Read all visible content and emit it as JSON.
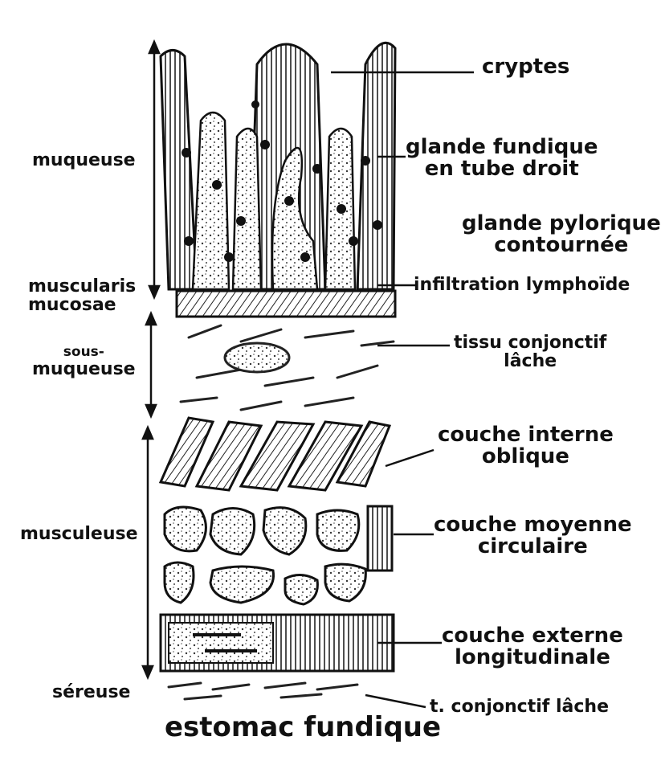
{
  "title": "estomac fundique",
  "layers_left": {
    "muqueuse": "muqueuse",
    "muscularis_line1": "muscularis",
    "muscularis_line2": "mucosae",
    "sous_muqueuse_line1": "sous-",
    "sous_muqueuse_line2": "muqueuse",
    "musculeuse": "musculeuse",
    "sereuse": "séreuse"
  },
  "labels_right": {
    "cryptes": "cryptes",
    "glande_fundique_line1": "glande fundique",
    "glande_fundique_line2": "en tube droit",
    "glande_pylorique_line1": "glande pylorique",
    "glande_pylorique_line2": "contournée",
    "infiltration": "infiltration lymphoïde",
    "tissu_conjonctif_line1": "tissu conjonctif",
    "tissu_conjonctif_line2": "lâche",
    "couche_interne_line1": "couche interne",
    "couche_interne_line2": "oblique",
    "couche_moyenne_line1": "couche moyenne",
    "couche_moyenne_line2": "circulaire",
    "couche_externe_line1": "couche externe",
    "couche_externe_line2": "longitudinale",
    "t_conjonctif": "t. conjonctif lâche"
  },
  "colors": {
    "ink": "#111111",
    "paper": "#ffffff",
    "shade": "#555555"
  }
}
